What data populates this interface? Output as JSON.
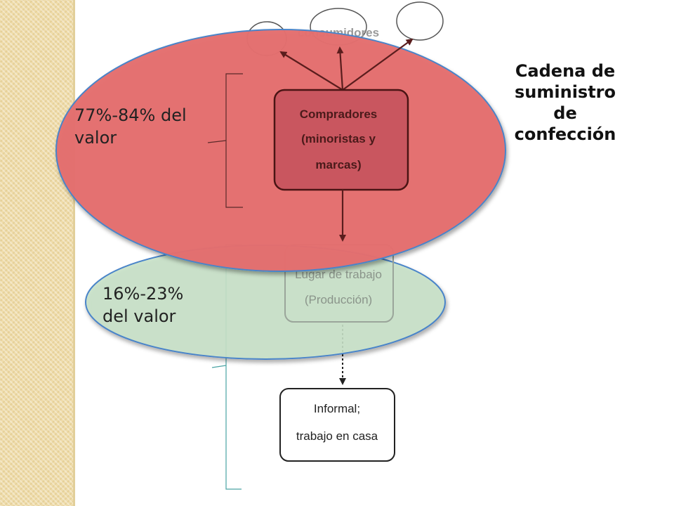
{
  "title_lines": [
    "Cadena de",
    "suministro",
    "de",
    "confección"
  ],
  "value_labels": {
    "high_value": "77%-84% del valor",
    "low_value": "16%-23% del valor"
  },
  "nodes": {
    "consumers": "consumidores",
    "buyers": [
      "Compradores",
      "(minoristas y",
      "marcas)"
    ],
    "workplace": [
      "Lugar de trabajo",
      "(Producción)"
    ],
    "informal": [
      "Informal;",
      "trabajo en casa"
    ]
  },
  "colors": {
    "high_value_ellipse": "#e46e6e",
    "low_value_ellipse": "#c7e1c7",
    "ellipse_border": "#4a84c9",
    "buyers_box": "#c9565f",
    "side_strip": "#efdcaa"
  }
}
